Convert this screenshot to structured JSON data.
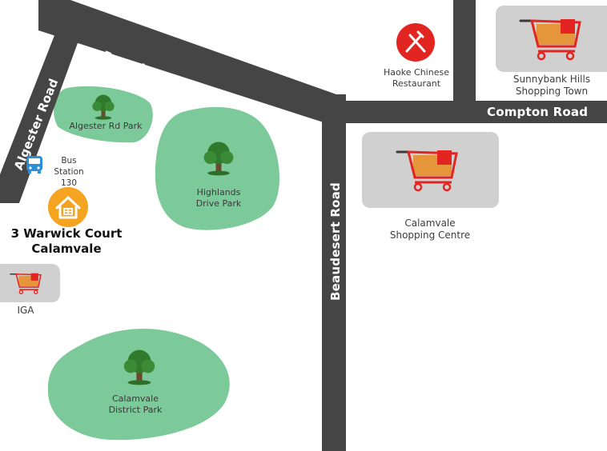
{
  "roads": {
    "beaudesert_road_top": "Beaudesert Road",
    "beaudesert_road_vertical": "Beaudesert Road",
    "algester_road": "Algester Road",
    "compton_road": "Compton Road"
  },
  "places": {
    "haoke": "Haoke Chinese Restaurant",
    "sunnybank": "Sunnybank Hills Shopping Town",
    "calamvale_shopping": "Calamvale Shopping Centre",
    "iga": "IGA",
    "algester_park": "Algester Rd Park",
    "highlands": "Highlands Drive Park",
    "district_park": "Calamvale District Park",
    "bus_station": "Bus Station 130"
  },
  "address": "3 Warwick Court Calamvale",
  "colors": {
    "road": "#454545",
    "park": "#7cc999",
    "shop_box": "#d0d0d0",
    "restaurant": "#e32521",
    "home": "#f4a421",
    "bus": "#2b8fd8",
    "tree_top": "#2f7a2c"
  },
  "icons": {
    "tree": "tree-icon",
    "cart": "shopping-cart-icon",
    "restaurant": "fork-knife-icon",
    "home": "house-icon",
    "bus": "bus-icon"
  }
}
